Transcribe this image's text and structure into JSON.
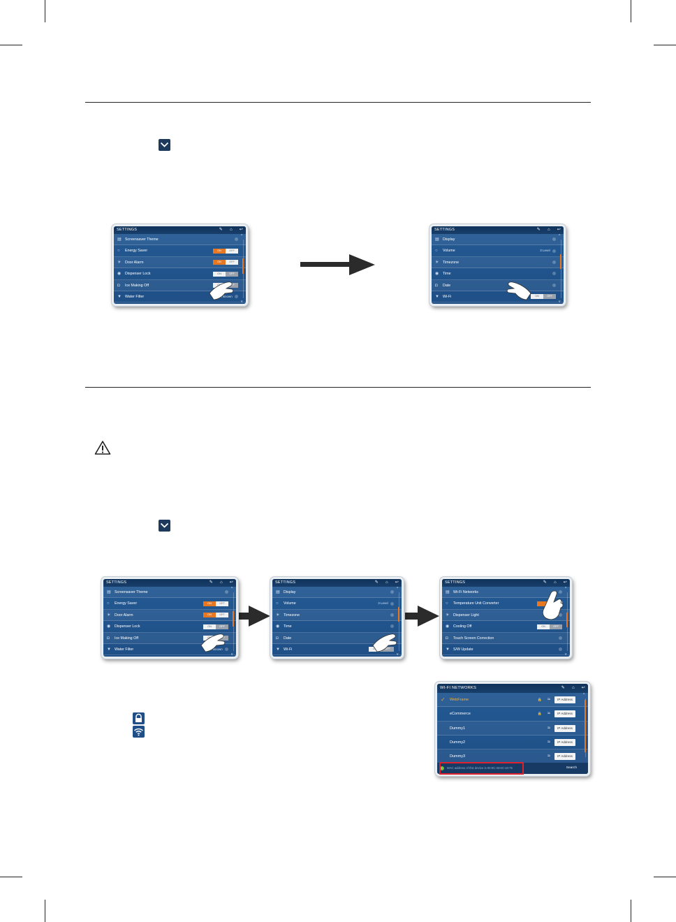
{
  "icons": {
    "chevron_button": "chevron-down-icon",
    "warning": "warning-triangle-icon",
    "lock": "lock-icon",
    "wifi": "wifi-icon"
  },
  "screens": {
    "top_a": {
      "title": "SETTINGS",
      "rows": [
        {
          "label": "Screensaver Theme",
          "type": "arrow"
        },
        {
          "label": "Energy Saver",
          "type": "toggle",
          "on": "ON",
          "off": "OFF",
          "state": "on"
        },
        {
          "label": "Door Alarm",
          "type": "toggle",
          "on": "ON",
          "off": "OFF",
          "state": "on"
        },
        {
          "label": "Dispenser Lock",
          "type": "toggle",
          "on": "ON",
          "off": "OFF",
          "state": "off"
        },
        {
          "label": "Ice Making Off",
          "type": "toggle",
          "on": "ON",
          "off": "OFF",
          "state": "off"
        },
        {
          "label": "Water Filter",
          "type": "value",
          "value": "Unknown"
        }
      ]
    },
    "top_b": {
      "title": "SETTINGS",
      "rows": [
        {
          "label": "Display",
          "type": "arrow"
        },
        {
          "label": "Volume",
          "type": "value",
          "value": "3 Level"
        },
        {
          "label": "Timezone",
          "type": "arrow"
        },
        {
          "label": "Time",
          "type": "arrow"
        },
        {
          "label": "Date",
          "type": "arrow"
        },
        {
          "label": "Wi-Fi",
          "type": "toggle",
          "on": "ON",
          "off": "OFF",
          "state": "off"
        }
      ]
    },
    "mid_c": {
      "title": "SETTINGS",
      "rows": [
        {
          "label": "Wi-Fi Networks",
          "type": "arrow"
        },
        {
          "label": "Temperature Unit Converter",
          "type": "toggle",
          "on": "",
          "off": "",
          "state": "on"
        },
        {
          "label": "Dispenser Light",
          "type": "value",
          "value": "Auto"
        },
        {
          "label": "Cooling Off",
          "type": "toggle",
          "on": "ON",
          "off": "OFF",
          "state": "off"
        },
        {
          "label": "Touch Screen Correction",
          "type": "arrow"
        },
        {
          "label": "S/W Update",
          "type": "arrow"
        }
      ]
    },
    "wifi": {
      "title": "WI-FI NETWORKS",
      "ip_label": "IP Address",
      "networks": [
        {
          "name": "WebFrame",
          "locked": true,
          "selected": true
        },
        {
          "name": "eCommerce",
          "locked": true,
          "selected": false
        },
        {
          "name": "Dummy1",
          "locked": false,
          "selected": false
        },
        {
          "name": "Dummy2",
          "locked": false,
          "selected": false
        },
        {
          "name": "Dummy3",
          "locked": false,
          "selected": false
        }
      ],
      "footer_note": "MAC address of this device is 00:0C:33:6C:10:75",
      "search": "Search"
    }
  }
}
